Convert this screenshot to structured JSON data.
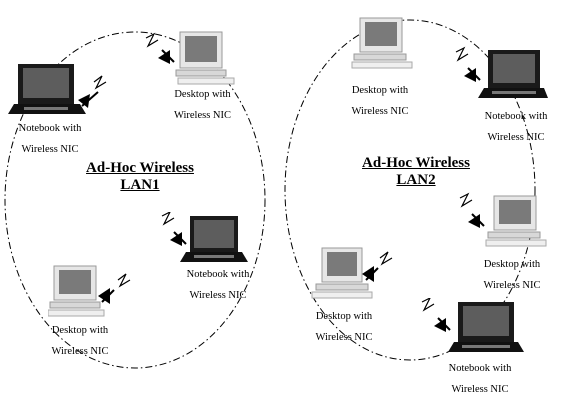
{
  "lans": [
    {
      "title_line1": "Ad-Hoc Wireless",
      "title_line2": "LAN1",
      "devices": [
        {
          "type": "notebook",
          "label_line1": "Notebook with",
          "label_line2": "Wireless NIC"
        },
        {
          "type": "desktop",
          "label_line1": "Desktop with",
          "label_line2": "Wireless NIC"
        },
        {
          "type": "notebook",
          "label_line1": "Notebook with",
          "label_line2": "Wireless NIC"
        },
        {
          "type": "desktop",
          "label_line1": "Desktop with",
          "label_line2": "Wireless NIC"
        }
      ]
    },
    {
      "title_line1": "Ad-Hoc Wireless",
      "title_line2": "LAN2",
      "devices": [
        {
          "type": "desktop",
          "label_line1": "Desktop with",
          "label_line2": "Wireless NIC"
        },
        {
          "type": "notebook",
          "label_line1": "Notebook with",
          "label_line2": "Wireless NIC"
        },
        {
          "type": "desktop",
          "label_line1": "Desktop with",
          "label_line2": "Wireless NIC"
        },
        {
          "type": "desktop",
          "label_line1": "Desktop with",
          "label_line2": "Wireless NIC"
        },
        {
          "type": "notebook",
          "label_line1": "Notebook with",
          "label_line2": "Wireless NIC"
        }
      ]
    }
  ],
  "colors": {
    "line": "#000000",
    "screen": "#7a7a7a",
    "monitor": "#e6e6e6",
    "notebook": "#1a1a1a"
  }
}
